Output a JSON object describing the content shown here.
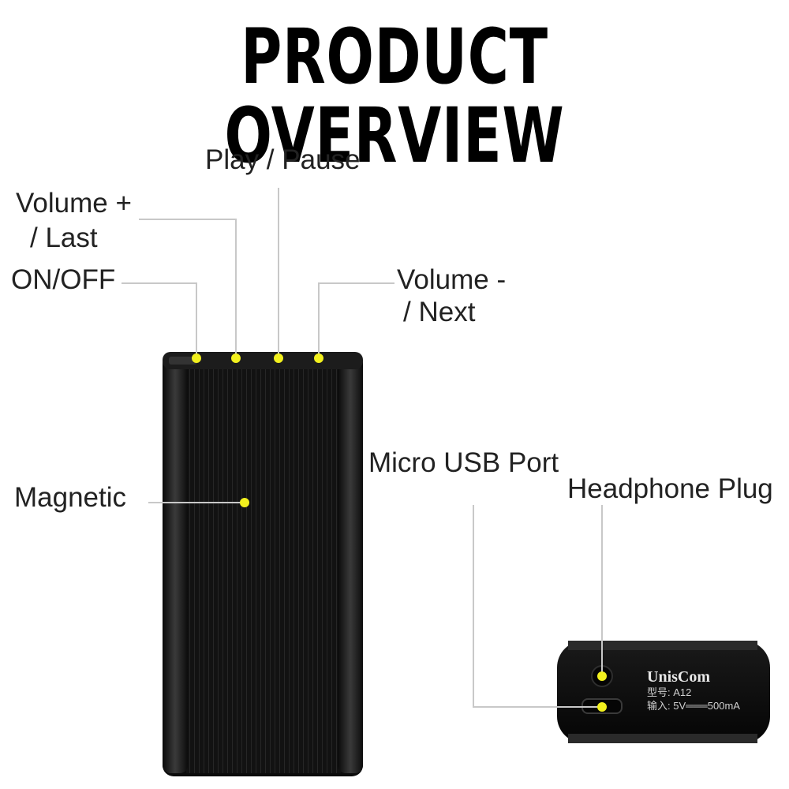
{
  "title": "PRODUCT OVERVIEW",
  "callouts": {
    "play_pause": "Play / Pause",
    "volume_plus_1": "Volume +",
    "volume_plus_2": "/ Last",
    "on_off": "ON/OFF",
    "volume_minus_1": "Volume -",
    "volume_minus_2": "/ Next",
    "magnetic": "Magnetic",
    "micro_usb": "Micro USB Port",
    "headphone": "Headphone Plug"
  },
  "device_label": {
    "brand": "UnisCom",
    "model": "型号: A12",
    "input": "输入: 5V═══500mA"
  },
  "colors": {
    "marker": "#f2f01e",
    "leader_line": "#c8c8c8",
    "device_body": "#111111"
  }
}
